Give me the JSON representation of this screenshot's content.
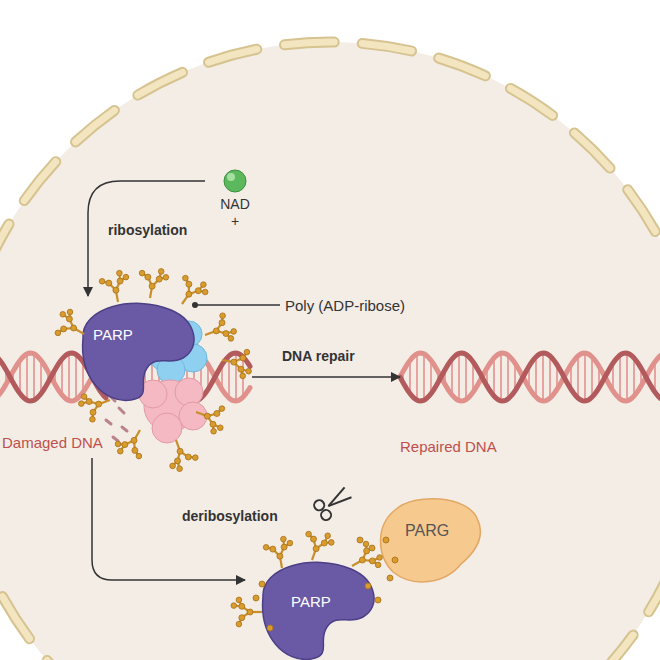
{
  "diagram": {
    "nodes": [
      {
        "text": [
          "NAD +"
        ]
      },
      {
        "text": [
          "PARP"
        ]
      },
      {
        "text": [
          "Damaged DNA"
        ]
      },
      {
        "text": [
          "Repaired DNA"
        ]
      },
      {
        "text": [
          "PARP"
        ]
      },
      {
        "text": [
          "PARG"
        ]
      }
    ],
    "edges": [
      {
        "from": 0,
        "to": 1,
        "arrow": "to",
        "label": "ribosylation"
      },
      {
        "from": 1,
        "to": 3,
        "arrow": "to",
        "label": "DNA repair"
      },
      {
        "from": 2,
        "to": 4,
        "arrow": "to"
      }
    ],
    "labels": [
      "Poly (ADP-ribose)",
      "deribosylation"
    ]
  }
}
